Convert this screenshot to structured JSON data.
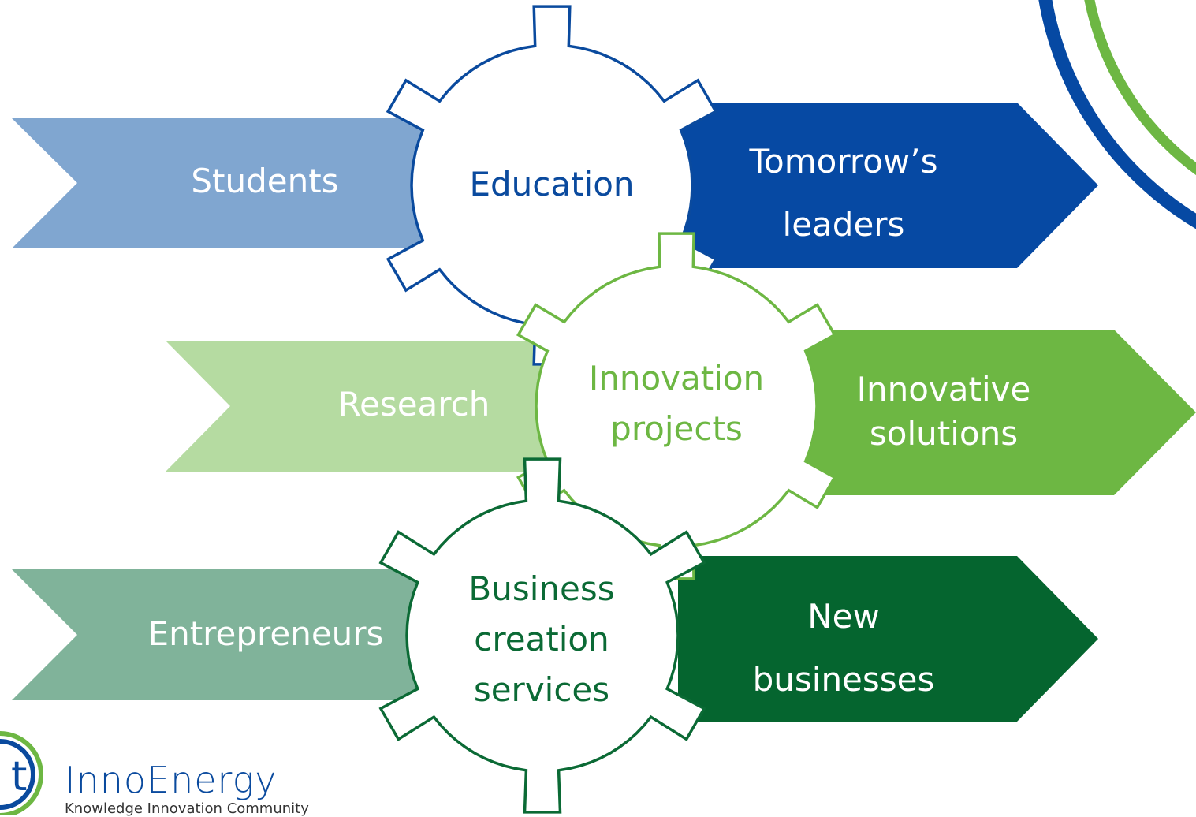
{
  "rows": [
    {
      "input": "Students",
      "process": [
        "Education"
      ],
      "output": [
        "Tomorrow’s",
        "leaders"
      ],
      "colors": {
        "input": "#80a6d0",
        "gear": "#0a4a9e",
        "output": "#0649a3",
        "text": "#0a4a9e"
      }
    },
    {
      "input": "Research",
      "process": [
        "Innovation",
        "projects"
      ],
      "output": [
        "Innovative",
        "solutions"
      ],
      "colors": {
        "input": "#b5dba1",
        "gear": "#6db743",
        "output": "#6db743",
        "text": "#6db743"
      }
    },
    {
      "input": "Entrepreneurs",
      "process": [
        "Business",
        "creation",
        "services"
      ],
      "output": [
        "New",
        "businesses"
      ],
      "colors": {
        "input": "#80b39a",
        "gear": "#0b6a35",
        "output": "#05652f",
        "text": "#0b6a35"
      }
    }
  ],
  "logo": {
    "name": "InnoEnergy",
    "tagline": "Knowledge Innovation Community",
    "mark_letter": "t",
    "colors": {
      "blue": "#0a4a9e",
      "green": "#6db743"
    }
  },
  "decor": {
    "arc_colors": [
      "#0649a3",
      "#6db743"
    ]
  }
}
